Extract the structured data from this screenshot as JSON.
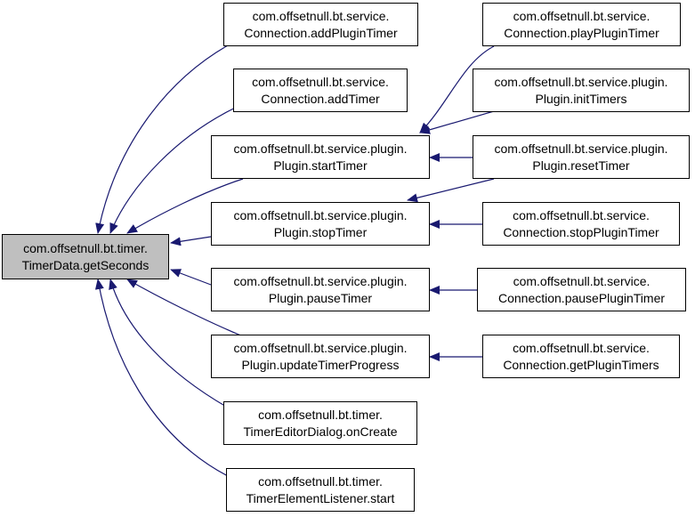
{
  "colors": {
    "edge": "#191970",
    "focus_fill": "#bfbfbf",
    "node_fill": "#ffffff",
    "border": "#000000"
  },
  "nodes": {
    "focus": {
      "line1": "com.offsetnull.bt.timer.",
      "line2": "TimerData.getSeconds"
    },
    "add_plugin_timer": {
      "line1": "com.offsetnull.bt.service.",
      "line2": "Connection.addPluginTimer"
    },
    "add_timer": {
      "line1": "com.offsetnull.bt.service.",
      "line2": "Connection.addTimer"
    },
    "start_timer": {
      "line1": "com.offsetnull.bt.service.plugin.",
      "line2": "Plugin.startTimer"
    },
    "stop_timer": {
      "line1": "com.offsetnull.bt.service.plugin.",
      "line2": "Plugin.stopTimer"
    },
    "pause_timer": {
      "line1": "com.offsetnull.bt.service.plugin.",
      "line2": "Plugin.pauseTimer"
    },
    "update_timer_progress": {
      "line1": "com.offsetnull.bt.service.plugin.",
      "line2": "Plugin.updateTimerProgress"
    },
    "timer_editor_dialog": {
      "line1": "com.offsetnull.bt.timer.",
      "line2": "TimerEditorDialog.onCreate"
    },
    "timer_element_listener": {
      "line1": "com.offsetnull.bt.timer.",
      "line2": "TimerElementListener.start"
    },
    "play_plugin_timer": {
      "line1": "com.offsetnull.bt.service.",
      "line2": "Connection.playPluginTimer"
    },
    "init_timers": {
      "line1": "com.offsetnull.bt.service.plugin.",
      "line2": "Plugin.initTimers"
    },
    "reset_timer": {
      "line1": "com.offsetnull.bt.service.plugin.",
      "line2": "Plugin.resetTimer"
    },
    "stop_plugin_timer": {
      "line1": "com.offsetnull.bt.service.",
      "line2": "Connection.stopPluginTimer"
    },
    "pause_plugin_timer": {
      "line1": "com.offsetnull.bt.service.",
      "line2": "Connection.pausePluginTimer"
    },
    "get_plugin_timers": {
      "line1": "com.offsetnull.bt.service.",
      "line2": "Connection.getPluginTimers"
    }
  }
}
